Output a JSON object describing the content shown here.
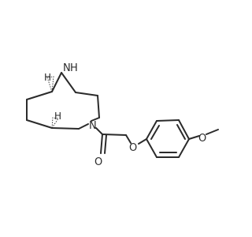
{
  "molecule": {
    "atoms": {
      "N_bridge": "N",
      "H_bridge": "H",
      "H_stereo_top": "H",
      "H_stereo_bottom": "H",
      "N_ring": "N",
      "O_carbonyl": "O",
      "O_ether": "O",
      "O_methoxy": "O"
    }
  }
}
